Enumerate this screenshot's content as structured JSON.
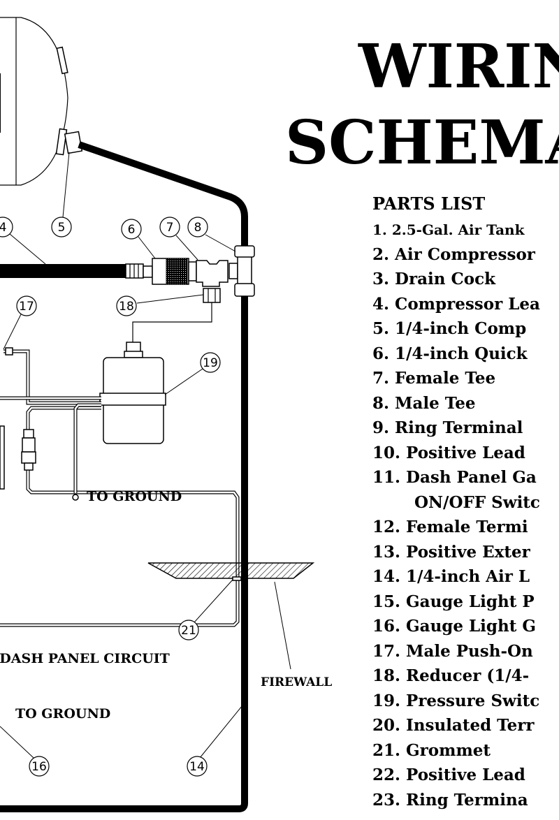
{
  "title": {
    "line1": "WIRIN",
    "line2": "SCHEMA"
  },
  "parts_list": {
    "heading": "PARTS LIST",
    "items": [
      "1. 2.5-Gal. Air Tank",
      "2. Air Compressor",
      "3. Drain Cock",
      "4. Compressor Lea",
      "5. 1/4-inch Comp",
      "6. 1/4-inch Quick",
      "7. Female Tee",
      "8. Male Tee",
      "9. Ring Terminal",
      "10. Positive Lead",
      "11. Dash Panel Ga",
      "ON/OFF Switc",
      "12. Female Termi",
      "13. Positive Exter",
      "14. 1/4-inch Air L",
      "15. Gauge Light P",
      "16. Gauge Light G",
      "17. Male Push-On",
      "18. Reducer (1/4-",
      "19. Pressure Switc",
      "20. Insulated Terr",
      "21. Grommet",
      "22. Positive Lead",
      "23. Ring Termina"
    ]
  },
  "diagram": {
    "callouts": {
      "c4": "4",
      "c5": "5",
      "c6": "6",
      "c7": "7",
      "c8": "8",
      "c17": "17",
      "c18": "18",
      "c19": "19",
      "c21": "21",
      "c16": "16",
      "c14": "14"
    },
    "labels": {
      "to_ground_1": "TO GROUND",
      "dash_panel": "TO DASH PANEL CIRCUIT",
      "to_ground_2": "TO GROUND",
      "firewall": "FIREWALL"
    }
  }
}
